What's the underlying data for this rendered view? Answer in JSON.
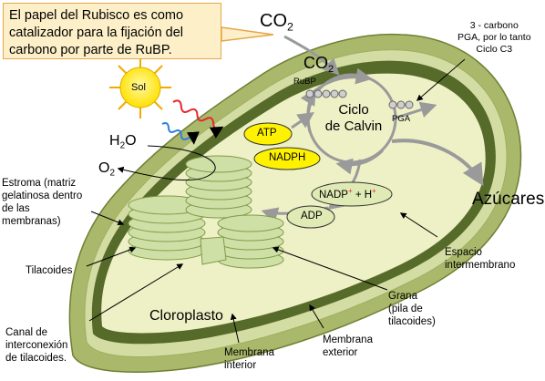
{
  "callout": {
    "lines": [
      "El papel del Rubisco es como",
      "catalizador para la fijación del",
      "carbono por parte de RuBP."
    ]
  },
  "labels": {
    "co2_outside": {
      "base": "CO",
      "sub": "2"
    },
    "co2_inside": {
      "base": "CO",
      "sub": "2"
    },
    "three_carbon": [
      "3 - carbono",
      "PGA, por lo tanto",
      "Ciclo C3"
    ],
    "rubp": "RuBP",
    "pga": "PGA",
    "calvin": [
      "Ciclo",
      "de Calvin"
    ],
    "sun": "Sol",
    "h2o": {
      "a": "H",
      "sub": "2",
      "b": "O"
    },
    "o2": {
      "base": "O",
      "sub": "2"
    },
    "atp": "ATP",
    "nadph": "NADPH",
    "nadp": {
      "a": "NADP",
      "sup1": "+",
      "b": " + H",
      "sup2": "+"
    },
    "adp": "ADP",
    "azucares": "Azúcares",
    "estroma": [
      "Estroma (matriz",
      "gelatinosa dentro",
      "de las",
      "membranas)"
    ],
    "tilacoides": "Tilacoides",
    "espacio": [
      "Espacio",
      "intermembrano"
    ],
    "grana": [
      "Grana",
      "(pila de",
      "tilacoides)"
    ],
    "cloroplasto": "Cloroplasto",
    "canal": [
      "Canal de",
      "interconexión",
      "de tilacoides."
    ],
    "membrana_interior": [
      "Membrana",
      "interior"
    ],
    "membrana_exterior": [
      "Membrana",
      "exterior"
    ]
  },
  "colors": {
    "outer_membrane": "#a9b86a",
    "intermembrane": "#d3dca2",
    "inner_membrane": "#566a2a",
    "stroma": "#eef1c6",
    "thylakoid": "#cfe0a6",
    "oval_yellow": "#fff200",
    "oval_green": "#dfeab4",
    "callout_bg": "#fdf0c8",
    "callout_border": "#e6a64c",
    "sun": "#ffe300",
    "red_wave": "#e8262d",
    "blue_wave": "#2f7fe0"
  }
}
